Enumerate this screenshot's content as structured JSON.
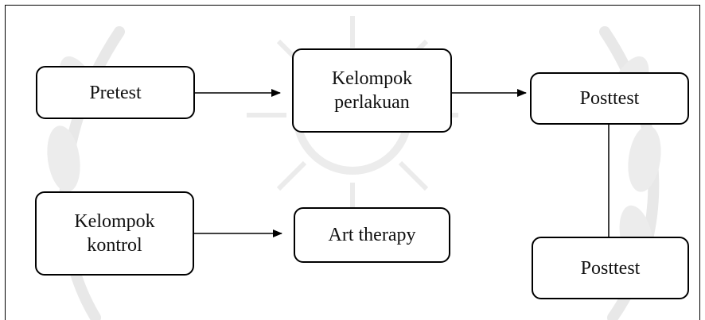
{
  "diagram": {
    "nodes": {
      "pretest": "Pretest",
      "kelompok_perlakuan": "Kelompok\nperlakuan",
      "posttest_top": "Posttest",
      "kelompok_kontrol": "Kelompok\nkontrol",
      "art_therapy": "Art therapy",
      "posttest_bottom": "Posttest"
    },
    "edges": [
      {
        "from": "pretest",
        "to": "kelompok_perlakuan",
        "style": "arrow"
      },
      {
        "from": "kelompok_perlakuan",
        "to": "posttest_top",
        "style": "arrow"
      },
      {
        "from": "kelompok_kontrol",
        "to": "art_therapy",
        "style": "arrow"
      },
      {
        "from": "posttest_top",
        "to": "posttest_bottom",
        "style": "line"
      }
    ],
    "colors": {
      "border": "#000000",
      "watermark": "#e6e6e6"
    }
  }
}
